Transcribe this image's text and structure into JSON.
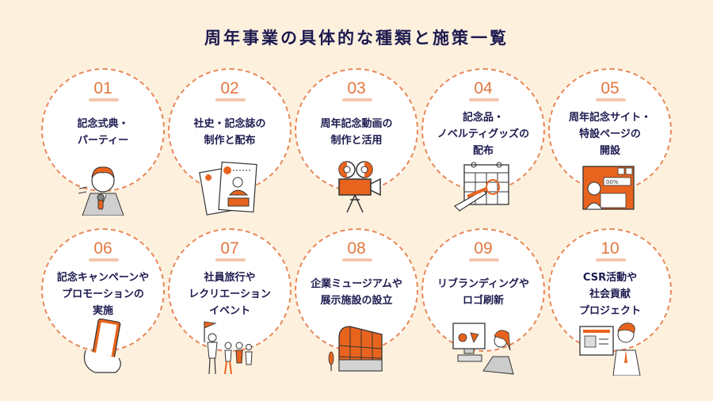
{
  "title": "周年事業の具体的な種類と施策一覧",
  "colors": {
    "background": "#fdf1de",
    "circle_fill": "#ffffff",
    "circle_border": "#e8895a",
    "number": "#e2773f",
    "text": "#1d1a4f",
    "accent": "#e8641e"
  },
  "items": [
    {
      "number": "01",
      "lines": [
        "記念式典・",
        "パーティー"
      ],
      "icon": "speaker-with-microphone-icon"
    },
    {
      "number": "02",
      "lines": [
        "社史・記念誌の",
        "制作と配布"
      ],
      "icon": "booklet-icon"
    },
    {
      "number": "03",
      "lines": [
        "周年記念動画の",
        "制作と活用"
      ],
      "icon": "video-camera-icon"
    },
    {
      "number": "04",
      "lines": [
        "記念品・",
        "ノベルティグッズの",
        "配布"
      ],
      "icon": "calendar-with-pen-icon"
    },
    {
      "number": "05",
      "lines": [
        "周年記念サイト・",
        "特設ページの",
        "開設"
      ],
      "icon": "website-window-icon"
    },
    {
      "number": "06",
      "lines": [
        "記念キャンペーンや",
        "プロモーションの",
        "実施"
      ],
      "icon": "smartphone-in-hand-icon"
    },
    {
      "number": "07",
      "lines": [
        "社員旅行や",
        "レクリエーション",
        "イベント"
      ],
      "icon": "group-tour-icon"
    },
    {
      "number": "08",
      "lines": [
        "企業ミュージアムや",
        "展示施設の設立"
      ],
      "icon": "building-icon"
    },
    {
      "number": "09",
      "lines": [
        "リブランディングや",
        "ロゴ刷新"
      ],
      "icon": "designer-at-computer-icon"
    },
    {
      "number": "10",
      "lines": [
        "CSR活動や",
        "社会貢献",
        "プロジェクト"
      ],
      "icon": "presenter-with-board-icon"
    }
  ]
}
